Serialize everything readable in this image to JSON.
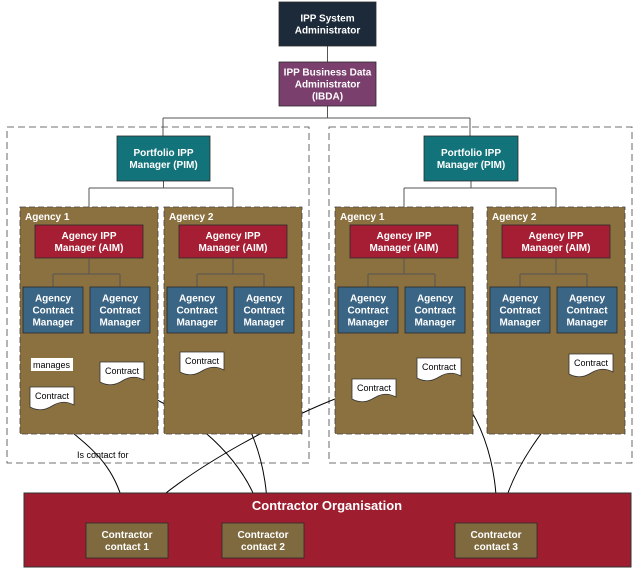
{
  "top": {
    "admin": [
      "IPP System",
      "Administrator"
    ],
    "ibda": [
      "IPP Business Data",
      "Administrator",
      "(IBDA)"
    ]
  },
  "portfolios": [
    {
      "pim": [
        "Portfolio IPP",
        "Manager (PIM)"
      ],
      "agencies": [
        {
          "label": "Agency 1",
          "aim": [
            "Agency IPP",
            "Manager (AIM)"
          ],
          "acm": [
            [
              "Agency",
              "Contract",
              "Manager"
            ],
            [
              "Agency",
              "Contract",
              "Manager"
            ]
          ]
        },
        {
          "label": "Agency 2",
          "aim": [
            "Agency IPP",
            "Manager (AIM)"
          ],
          "acm": [
            [
              "Agency",
              "Contract",
              "Manager"
            ],
            [
              "Agency",
              "Contract",
              "Manager"
            ]
          ]
        }
      ]
    },
    {
      "pim": [
        "Portfolio IPP",
        "Manager (PIM)"
      ],
      "agencies": [
        {
          "label": "Agency 1",
          "aim": [
            "Agency IPP",
            "Manager (AIM)"
          ],
          "acm": [
            [
              "Agency",
              "Contract",
              "Manager"
            ],
            [
              "Agency",
              "Contract",
              "Manager"
            ]
          ]
        },
        {
          "label": "Agency 2",
          "aim": [
            "Agency IPP",
            "Manager (AIM)"
          ],
          "acm": [
            [
              "Agency",
              "Contract",
              "Manager"
            ],
            [
              "Agency",
              "Contract",
              "Manager"
            ]
          ]
        }
      ]
    }
  ],
  "contract_label": "Contract",
  "annotations": {
    "manages": "manages",
    "is_contact_for": "Is contact for"
  },
  "org": {
    "title": "Contractor Organisation",
    "contacts": [
      [
        "Contractor",
        "contact 1"
      ],
      [
        "Contractor",
        "contact 2"
      ],
      [
        "Contractor",
        "contact 3"
      ]
    ]
  },
  "colors": {
    "admin": "#1c2a3a",
    "ibda": "#7b3f6e",
    "pim": "#12737a",
    "agency_bg": "#8c7140",
    "aim": "#a51e33",
    "acm": "#3b6585",
    "org": "#9e1e30",
    "contact": "#7e6a3e"
  }
}
